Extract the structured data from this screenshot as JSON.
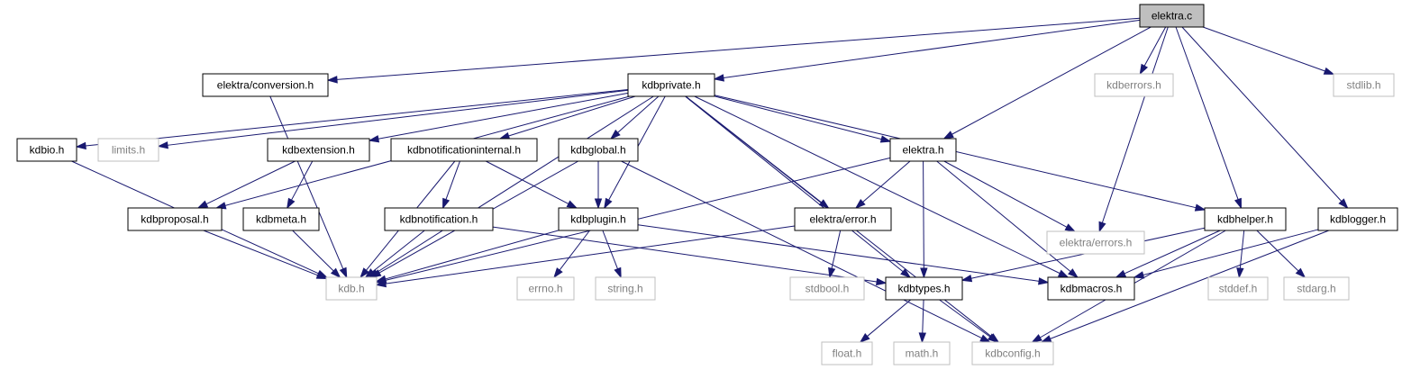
{
  "diagram": {
    "nodes": [
      {
        "id": "elektra_c",
        "label": "elektra.c",
        "kind": "root"
      },
      {
        "id": "elektra_conversion_h",
        "label": "elektra/conversion.h",
        "kind": "linked"
      },
      {
        "id": "kdbprivate_h",
        "label": "kdbprivate.h",
        "kind": "linked"
      },
      {
        "id": "kdberrors_h",
        "label": "kdberrors.h",
        "kind": "external"
      },
      {
        "id": "stdlib_h",
        "label": "stdlib.h",
        "kind": "external"
      },
      {
        "id": "kdbio_h",
        "label": "kdbio.h",
        "kind": "linked"
      },
      {
        "id": "limits_h",
        "label": "limits.h",
        "kind": "external"
      },
      {
        "id": "kdbextension_h",
        "label": "kdbextension.h",
        "kind": "linked"
      },
      {
        "id": "kdbnotificationinternal_h",
        "label": "kdbnotificationinternal.h",
        "kind": "linked"
      },
      {
        "id": "kdbglobal_h",
        "label": "kdbglobal.h",
        "kind": "linked"
      },
      {
        "id": "elektra_h",
        "label": "elektra.h",
        "kind": "linked"
      },
      {
        "id": "kdbproposal_h",
        "label": "kdbproposal.h",
        "kind": "linked"
      },
      {
        "id": "kdbmeta_h",
        "label": "kdbmeta.h",
        "kind": "linked"
      },
      {
        "id": "kdbnotification_h",
        "label": "kdbnotification.h",
        "kind": "linked"
      },
      {
        "id": "kdbplugin_h",
        "label": "kdbplugin.h",
        "kind": "linked"
      },
      {
        "id": "elektra_error_h",
        "label": "elektra/error.h",
        "kind": "linked"
      },
      {
        "id": "elektra_errors_h",
        "label": "elektra/errors.h",
        "kind": "external"
      },
      {
        "id": "kdbhelper_h",
        "label": "kdbhelper.h",
        "kind": "linked"
      },
      {
        "id": "kdblogger_h",
        "label": "kdblogger.h",
        "kind": "linked"
      },
      {
        "id": "kdb_h",
        "label": "kdb.h",
        "kind": "external"
      },
      {
        "id": "errno_h",
        "label": "errno.h",
        "kind": "external"
      },
      {
        "id": "string_h",
        "label": "string.h",
        "kind": "external"
      },
      {
        "id": "stdbool_h",
        "label": "stdbool.h",
        "kind": "external"
      },
      {
        "id": "kdbtypes_h",
        "label": "kdbtypes.h",
        "kind": "linked"
      },
      {
        "id": "kdbmacros_h",
        "label": "kdbmacros.h",
        "kind": "linked"
      },
      {
        "id": "stddef_h",
        "label": "stddef.h",
        "kind": "external"
      },
      {
        "id": "stdarg_h",
        "label": "stdarg.h",
        "kind": "external"
      },
      {
        "id": "float_h",
        "label": "float.h",
        "kind": "external"
      },
      {
        "id": "math_h",
        "label": "math.h",
        "kind": "external"
      },
      {
        "id": "kdbconfig_h",
        "label": "kdbconfig.h",
        "kind": "external"
      }
    ],
    "edges": [
      [
        "elektra_c",
        "elektra_conversion_h"
      ],
      [
        "elektra_c",
        "kdbprivate_h"
      ],
      [
        "elektra_c",
        "kdberrors_h"
      ],
      [
        "elektra_c",
        "stdlib_h"
      ],
      [
        "elektra_c",
        "elektra_h"
      ],
      [
        "elektra_c",
        "elektra_errors_h"
      ],
      [
        "elektra_c",
        "kdbhelper_h"
      ],
      [
        "elektra_c",
        "kdblogger_h"
      ],
      [
        "elektra_conversion_h",
        "kdb_h"
      ],
      [
        "kdbprivate_h",
        "kdbio_h"
      ],
      [
        "kdbprivate_h",
        "limits_h"
      ],
      [
        "kdbprivate_h",
        "kdbextension_h"
      ],
      [
        "kdbprivate_h",
        "kdbnotificationinternal_h"
      ],
      [
        "kdbprivate_h",
        "kdbglobal_h"
      ],
      [
        "kdbprivate_h",
        "elektra_h"
      ],
      [
        "kdbprivate_h",
        "kdbproposal_h"
      ],
      [
        "kdbprivate_h",
        "kdbplugin_h"
      ],
      [
        "kdbprivate_h",
        "elektra_error_h"
      ],
      [
        "kdbprivate_h",
        "kdbhelper_h"
      ],
      [
        "kdbprivate_h",
        "kdb_h"
      ],
      [
        "kdbprivate_h",
        "kdbtypes_h"
      ],
      [
        "kdbprivate_h",
        "kdbmacros_h"
      ],
      [
        "kdbprivate_h",
        "kdbconfig_h"
      ],
      [
        "kdbio_h",
        "kdb_h"
      ],
      [
        "kdbextension_h",
        "kdbproposal_h"
      ],
      [
        "kdbextension_h",
        "kdbmeta_h"
      ],
      [
        "kdbnotificationinternal_h",
        "kdbnotification_h"
      ],
      [
        "kdbnotificationinternal_h",
        "kdbplugin_h"
      ],
      [
        "kdbnotificationinternal_h",
        "kdb_h"
      ],
      [
        "kdbglobal_h",
        "kdbplugin_h"
      ],
      [
        "kdbglobal_h",
        "kdb_h"
      ],
      [
        "kdbglobal_h",
        "kdbconfig_h"
      ],
      [
        "elektra_h",
        "elektra_error_h"
      ],
      [
        "elektra_h",
        "elektra_errors_h"
      ],
      [
        "elektra_h",
        "kdbtypes_h"
      ],
      [
        "elektra_h",
        "kdbmacros_h"
      ],
      [
        "elektra_h",
        "kdb_h"
      ],
      [
        "kdbproposal_h",
        "kdb_h"
      ],
      [
        "kdbmeta_h",
        "kdb_h"
      ],
      [
        "kdbnotification_h",
        "kdb_h"
      ],
      [
        "kdbnotification_h",
        "kdbtypes_h"
      ],
      [
        "kdbplugin_h",
        "kdb_h"
      ],
      [
        "kdbplugin_h",
        "errno_h"
      ],
      [
        "kdbplugin_h",
        "string_h"
      ],
      [
        "kdbplugin_h",
        "kdbmacros_h"
      ],
      [
        "elektra_error_h",
        "kdb_h"
      ],
      [
        "elektra_error_h",
        "stdbool_h"
      ],
      [
        "kdbhelper_h",
        "kdbtypes_h"
      ],
      [
        "kdbhelper_h",
        "kdbmacros_h"
      ],
      [
        "kdbhelper_h",
        "stddef_h"
      ],
      [
        "kdbhelper_h",
        "stdarg_h"
      ],
      [
        "kdbhelper_h",
        "kdbconfig_h"
      ],
      [
        "kdblogger_h",
        "kdbmacros_h"
      ],
      [
        "kdblogger_h",
        "kdbconfig_h"
      ],
      [
        "kdbtypes_h",
        "float_h"
      ],
      [
        "kdbtypes_h",
        "math_h"
      ],
      [
        "kdbtypes_h",
        "kdbconfig_h"
      ]
    ]
  }
}
